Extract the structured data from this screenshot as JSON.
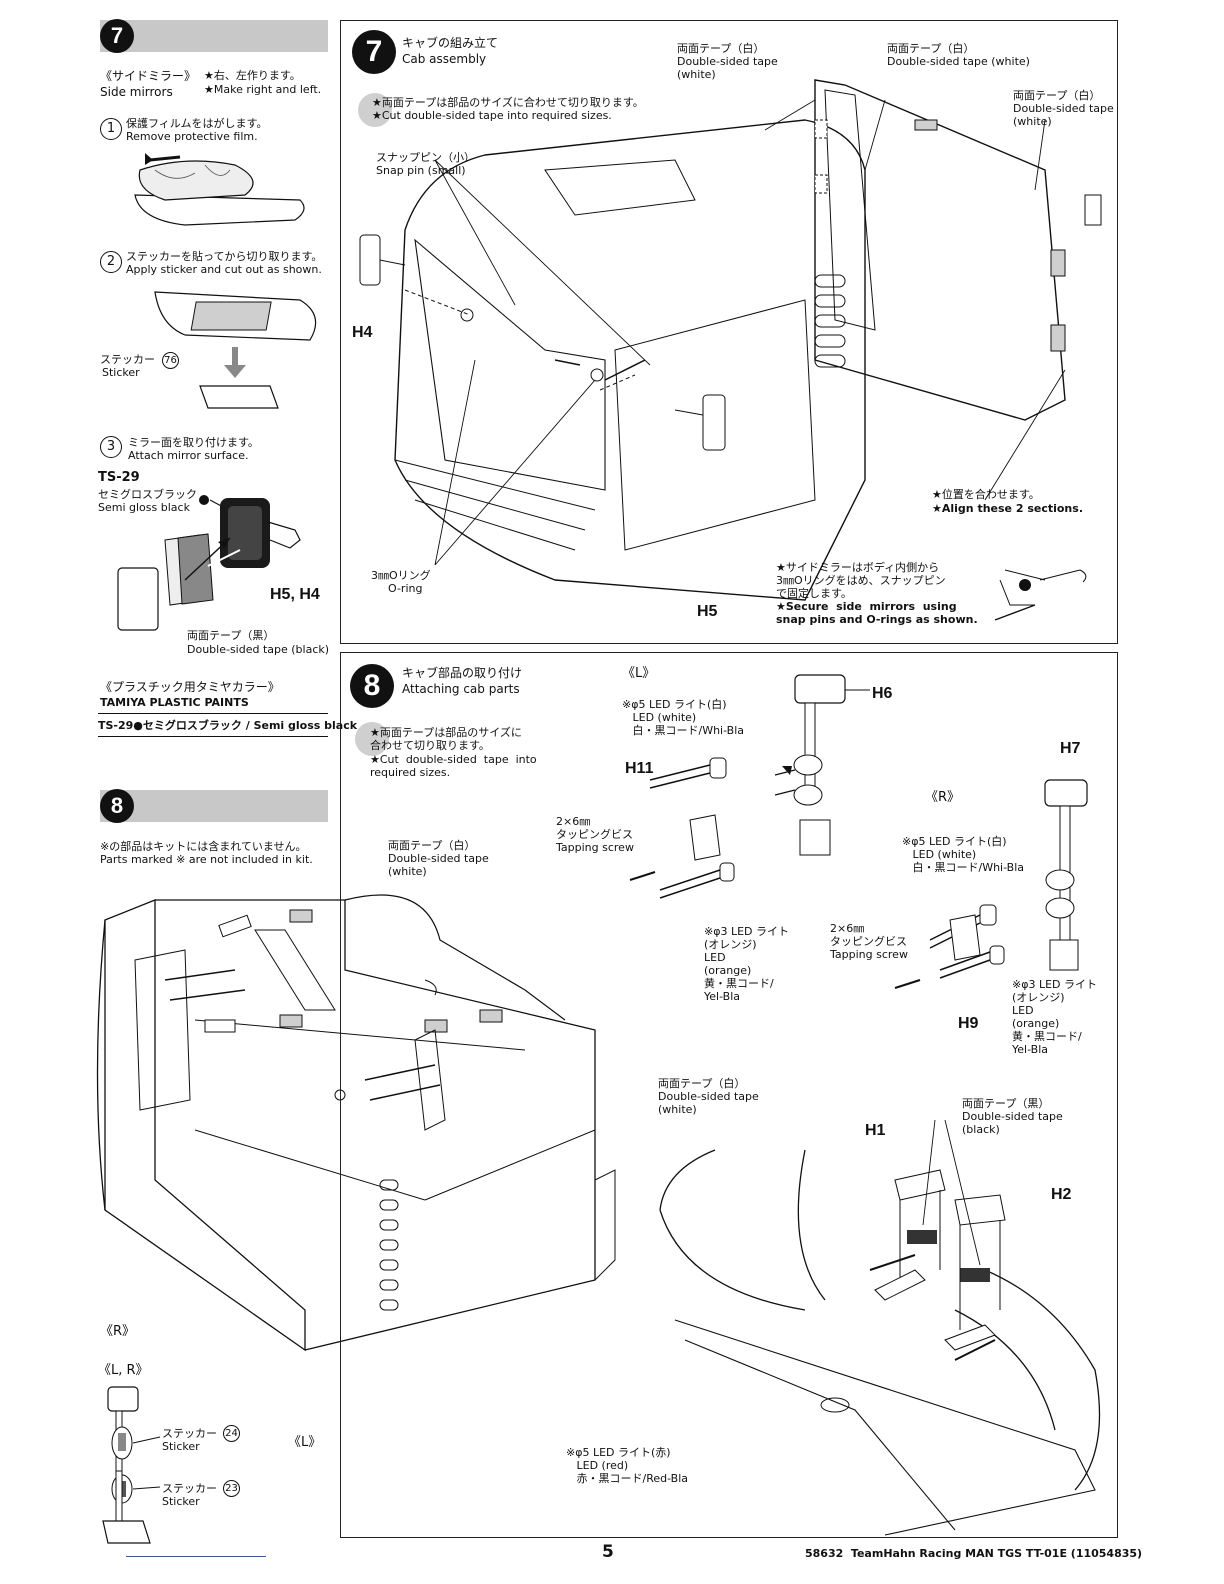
{
  "left_col": {
    "step7_num": "7",
    "side_mirrors_jp": "《サイドミラー》",
    "side_mirrors_en": "Side mirrors",
    "make_rl_jp": "★右、左作ります。",
    "make_rl_en": "★Make right and left.",
    "sub1_num": "1",
    "sub1_jp": "保護フィルムをはがします。",
    "sub1_en": "Remove protective film.",
    "sub2_num": "2",
    "sub2_jp": "ステッカーを貼ってから切り取ります。",
    "sub2_en": "Apply sticker and cut out as shown.",
    "sticker_jp": "ステッカー",
    "sticker_num": "76",
    "sticker_en": "Sticker",
    "sub3_num": "3",
    "sub3_jp": "ミラー面を取り付けます。",
    "sub3_en": "Attach mirror surface.",
    "ts29": "TS-29",
    "semigloss_jp": "セミグロスブラック",
    "semigloss_en": "Semi gloss black",
    "h5h4": "H5, H4",
    "tape_black_jp": "両面テープ（黒）",
    "tape_black_en": "Double-sided tape (black)",
    "paints_jp": "《プラスチック用タミヤカラー》",
    "paints_en": "TAMIYA PLASTIC PAINTS",
    "paint_line": "TS-29●セミグロスブラック / Semi gloss black",
    "step8_num": "8",
    "not_incl_jp": "※の部品はキットには含まれていません。",
    "not_incl_en": "Parts marked ※ are not included in kit.",
    "tape_white_jp": "両面テープ（白）",
    "tape_white_en": "Double-sided tape\n(white)",
    "label_R": "《R》",
    "label_L": "《L》",
    "label_LR": "《L, R》",
    "sticker24_jp": "ステッカー",
    "sticker24_num": "24",
    "sticker24_en": "Sticker",
    "sticker23_jp": "ステッカー",
    "sticker23_num": "23",
    "sticker23_en": "Sticker"
  },
  "step7_box": {
    "num": "7",
    "title_jp": "キャブの組み立て",
    "title_en": "Cab assembly",
    "note_jp": "★両面テープは部品のサイズに合わせて切り取ります。",
    "note_en": "★Cut double-sided tape into required sizes.",
    "tape1_jp": "両面テープ（白）",
    "tape1_en": "Double-sided tape\n(white)",
    "tape2_jp": "両面テープ（白）",
    "tape2_en": "Double-sided tape (white)",
    "tape3_jp": "両面テープ（白）",
    "tape3_en": "Double-sided tape\n(white)",
    "snap_jp": "スナップピン（小）",
    "snap_en": "Snap pin (small)",
    "h4": "H4",
    "h5": "H5",
    "oring_jp": "3㎜Oリング",
    "oring_en": "O-ring",
    "align_jp": "★位置を合わせます。",
    "align_en": "★Align these 2 sections.",
    "secure_jp": "★サイドミラーはボディ内側から\n3㎜Oリングをはめ、スナップピン\nで固定します。",
    "secure_en": "★Secure  side  mirrors  using\nsnap pins and O-rings as shown."
  },
  "step8_box": {
    "num": "8",
    "title_jp": "キャブ部品の取り付け",
    "title_en": "Attaching cab parts",
    "note_jp": "★両面テープは部品のサイズに\n合わせて切り取ります。",
    "note_en": "★Cut  double-sided  tape  into\nrequired sizes.",
    "label_L": "《L》",
    "label_R": "《R》",
    "led5w_L": "※φ5 LED ライト(白)\n   LED (white)\n   白・黒コード/Whi-Bla",
    "h6": "H6",
    "h7": "H7",
    "h11": "H11",
    "screw_L": "2×6㎜\nタッピングビス\nTapping screw",
    "led3o_L": "※φ3 LED ライト\n(オレンジ)\nLED\n(orange)\n黄・黒コード/\nYel-Bla",
    "led5w_R": "※φ5 LED ライト(白)\n   LED (white)\n   白・黒コード/Whi-Bla",
    "screw_R": "2×6㎜\nタッピングビス\nTapping screw",
    "led3o_R": "※φ3 LED ライト\n(オレンジ)\nLED\n(orange)\n黄・黒コード/\nYel-Bla",
    "h9": "H9",
    "tape_white": "両面テープ（白）\nDouble-sided tape\n(white)",
    "tape_black": "両面テープ（黒）\nDouble-sided tape\n(black)",
    "h1": "H1",
    "h2": "H2",
    "led5r": "※φ5 LED ライト(赤)\n   LED (red)\n   赤・黒コード/Red-Bla"
  },
  "footer": {
    "page": "5",
    "product": "58632  TeamHahn Racing MAN TGS TT-01E (11054835)"
  }
}
